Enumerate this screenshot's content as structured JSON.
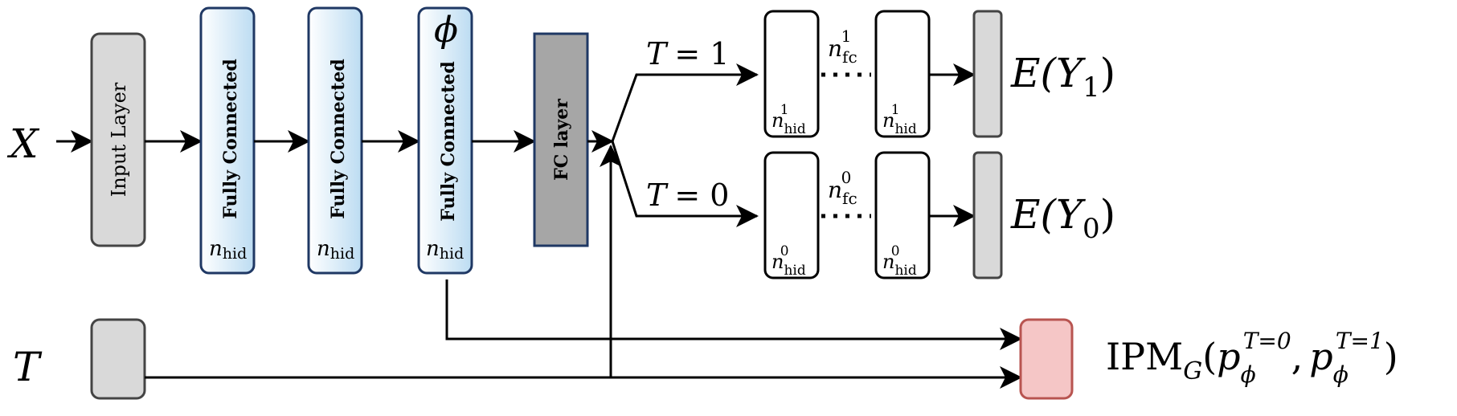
{
  "inputs": {
    "x": "X",
    "t": "T"
  },
  "input_layer": {
    "label": "Input Layer"
  },
  "fc_layers": [
    {
      "label": "Fully Connected",
      "n": "n",
      "sub": "hid"
    },
    {
      "label": "Fully Connected",
      "n": "n",
      "sub": "hid"
    },
    {
      "label": "Fully Connected",
      "n": "n",
      "sub": "hid"
    }
  ],
  "phi": "ϕ",
  "fc_box": {
    "label": "FC layer"
  },
  "branch_top": {
    "condition_var": "T",
    "condition_eq": "= 1",
    "hid_n": "n",
    "hid_sub": "hid",
    "hid_sup": "1",
    "fc_n": "n",
    "fc_sub": "fc",
    "fc_sup": "1",
    "output": "E(Y",
    "output_sub": "1",
    "output_close": ")"
  },
  "branch_bottom": {
    "condition_var": "T",
    "condition_eq": "= 0",
    "hid_n": "n",
    "hid_sub": "hid",
    "hid_sup": "0",
    "fc_n": "n",
    "fc_sub": "fc",
    "fc_sup": "0",
    "output": "E(Y",
    "output_sub": "0",
    "output_close": ")"
  },
  "ipm": {
    "prefix": "IPM",
    "prefix_sub": "G",
    "open": "(",
    "p1": "p",
    "p1_sub": "ϕ",
    "p1_sup": "T=0",
    "sep": ",",
    "p2": "p",
    "p2_sub": "ϕ",
    "p2_sup": "T=1",
    "close": ")"
  },
  "colors": {
    "line": "#000000",
    "gray_fill": "#d9d9d9",
    "dark_gray_fill": "#a6a6a6",
    "fc_border": "#1f3864",
    "fc_grad_start": "#ffffff",
    "fc_grad_end": "#bcdcf2",
    "ipm_fill": "#f5c6c6",
    "ipm_border": "#b85450"
  }
}
